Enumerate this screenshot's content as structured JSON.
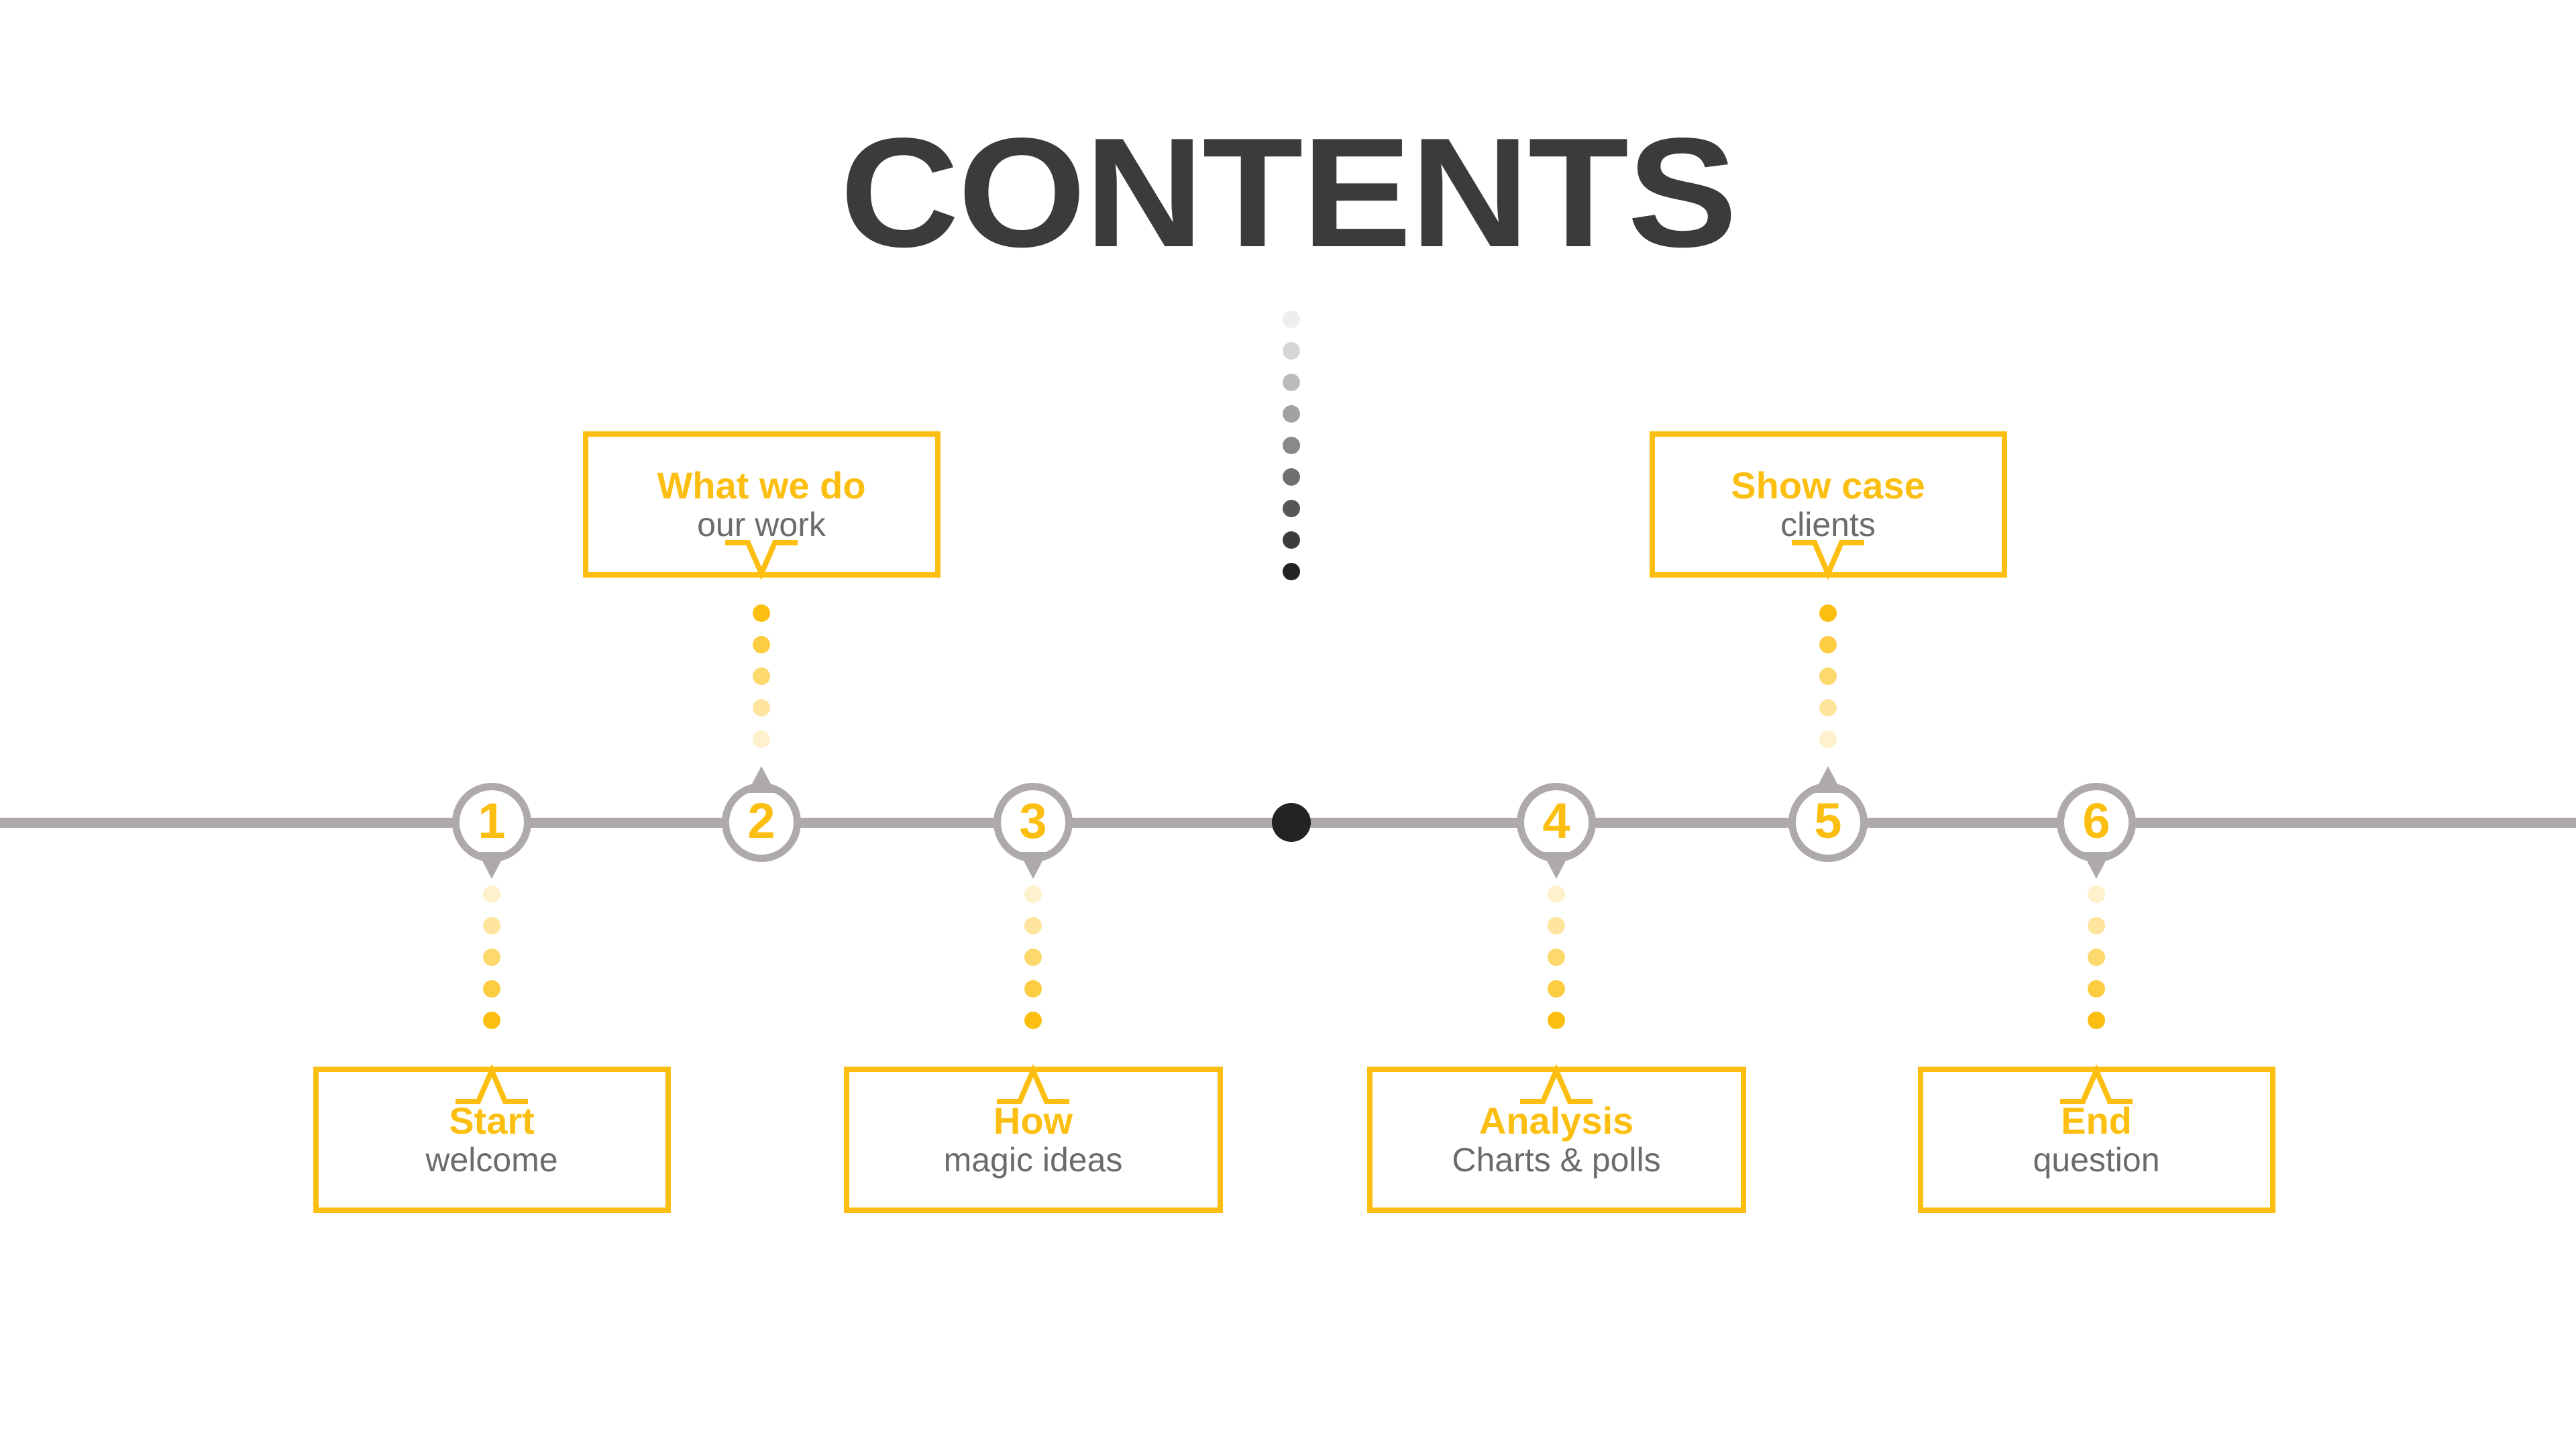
{
  "page": {
    "title": "CONTENTS",
    "background": "#ffffff"
  },
  "colors": {
    "accent_yellow": "#fcbf11",
    "timeline_gray": "#aeaaaa",
    "title_dark": "#3b3b3b",
    "subtitle_gray": "#6b6b6b",
    "accent_dot_dark": "#232323"
  },
  "timeline": {
    "nodes": [
      {
        "number": "1",
        "pointer": "down"
      },
      {
        "number": "2",
        "pointer": "up"
      },
      {
        "number": "3",
        "pointer": "down"
      },
      {
        "number": "4",
        "pointer": "down"
      },
      {
        "number": "5",
        "pointer": "up"
      },
      {
        "number": "6",
        "pointer": "down"
      }
    ],
    "accent_dot": {
      "label": "timeline-accent-dot"
    }
  },
  "callouts": [
    {
      "id": "item-2",
      "title": "What we do",
      "subtitle": "our work",
      "position": "above",
      "node": "2"
    },
    {
      "id": "item-5",
      "title": "Show case",
      "subtitle": "clients",
      "position": "above",
      "node": "5"
    },
    {
      "id": "item-1",
      "title": "Start",
      "subtitle": "welcome",
      "position": "below",
      "node": "1"
    },
    {
      "id": "item-3",
      "title": "How",
      "subtitle": "magic ideas",
      "position": "below",
      "node": "3"
    },
    {
      "id": "item-4",
      "title": "Analysis",
      "subtitle": "Charts & polls",
      "position": "below",
      "node": "4"
    },
    {
      "id": "item-6",
      "title": "End",
      "subtitle": "question",
      "position": "below",
      "node": "6"
    }
  ]
}
